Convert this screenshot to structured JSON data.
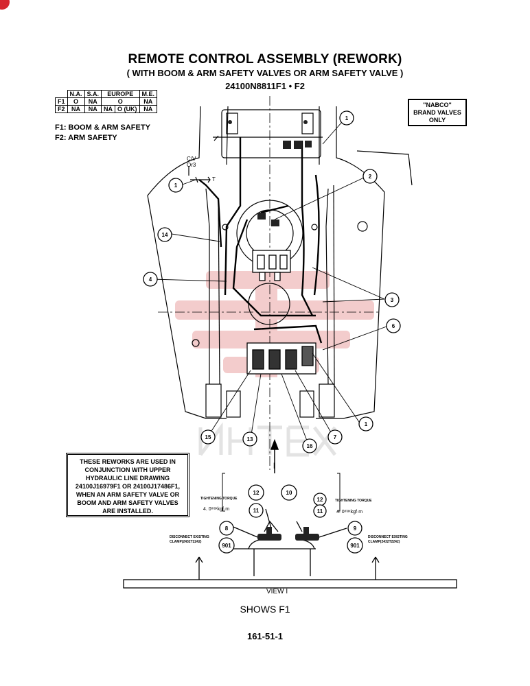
{
  "header": {
    "title": "REMOTE CONTROL ASSEMBLY (REWORK)",
    "subtitle": "( WITH BOOM & ARM SAFETY VALVES OR ARM SAFETY VALVE )",
    "part_number": "24100N8811F1 • F2"
  },
  "availability_table": {
    "columns": [
      "N.A.",
      "S.A.",
      "EUROPE",
      "M.E."
    ],
    "rows": [
      {
        "id": "F1",
        "cells": [
          "O",
          "NA",
          "O",
          "NA"
        ]
      },
      {
        "id": "F2",
        "cells": [
          "NA",
          "NA",
          "NA",
          "O (UK)",
          "NA"
        ]
      }
    ]
  },
  "legend": {
    "f1": "F1: BOOM & ARM SAFETY",
    "f2": "F2: ARM SAFETY"
  },
  "nabco_box": {
    "line1": "\"NABCO\"",
    "line2": "BRAND VALVES",
    "line3": "ONLY"
  },
  "rework_note": {
    "line1": "THESE REWORKS ARE USED IN",
    "line2": "CONJUNCTION WITH UPPER",
    "line3": "HYDRAULIC LINE DRAWING",
    "line4": "24100J16979F1 OR 24100J17486F1,",
    "line5": "WHEN AN ARM SAFETY VALVE OR",
    "line6": "BOOM AND ARM SAFETY VALVES",
    "line7": "ARE INSTALLED."
  },
  "callouts": {
    "c1a": "1",
    "c2": "2",
    "c3": "3",
    "c4": "4",
    "c6": "6",
    "c1b": "1",
    "c1c": "1",
    "c7": "7",
    "c16": "16",
    "c13": "13",
    "c15": "15",
    "c14": "14",
    "c12a": "12",
    "c10": "10",
    "c12b": "12",
    "c11a": "11",
    "c11b": "11",
    "c8": "8",
    "c9": "9",
    "c901a": "901",
    "c901b": "901"
  },
  "annotations": {
    "cv": "C/V",
    "or3": "Or3",
    "t": "T",
    "torque_left_label": "TIGHTENING TORQUE",
    "torque_left_value": "4. 0ᵐᵃˣkgf·m",
    "torque_right_label": "TIGHTENING TORQUE",
    "torque_right_value": "4. 0ᵐᵃˣkgf·m",
    "disconnect_left_1": "DISCONNECT EXISTING",
    "disconnect_left_2": "CLAMP(2432T2242)",
    "disconnect_right_1": "DISCONNECT EXISTING",
    "disconnect_right_2": "CLAMP(2432T2242)",
    "arrow_label": "I"
  },
  "view": {
    "label": "VIEW I"
  },
  "footer": {
    "shows": "SHOWS F1",
    "page_number": "161-51-1"
  },
  "colors": {
    "watermark": "#f2c4c4",
    "ink": "#000000",
    "corner_mark": "#d6262f"
  }
}
